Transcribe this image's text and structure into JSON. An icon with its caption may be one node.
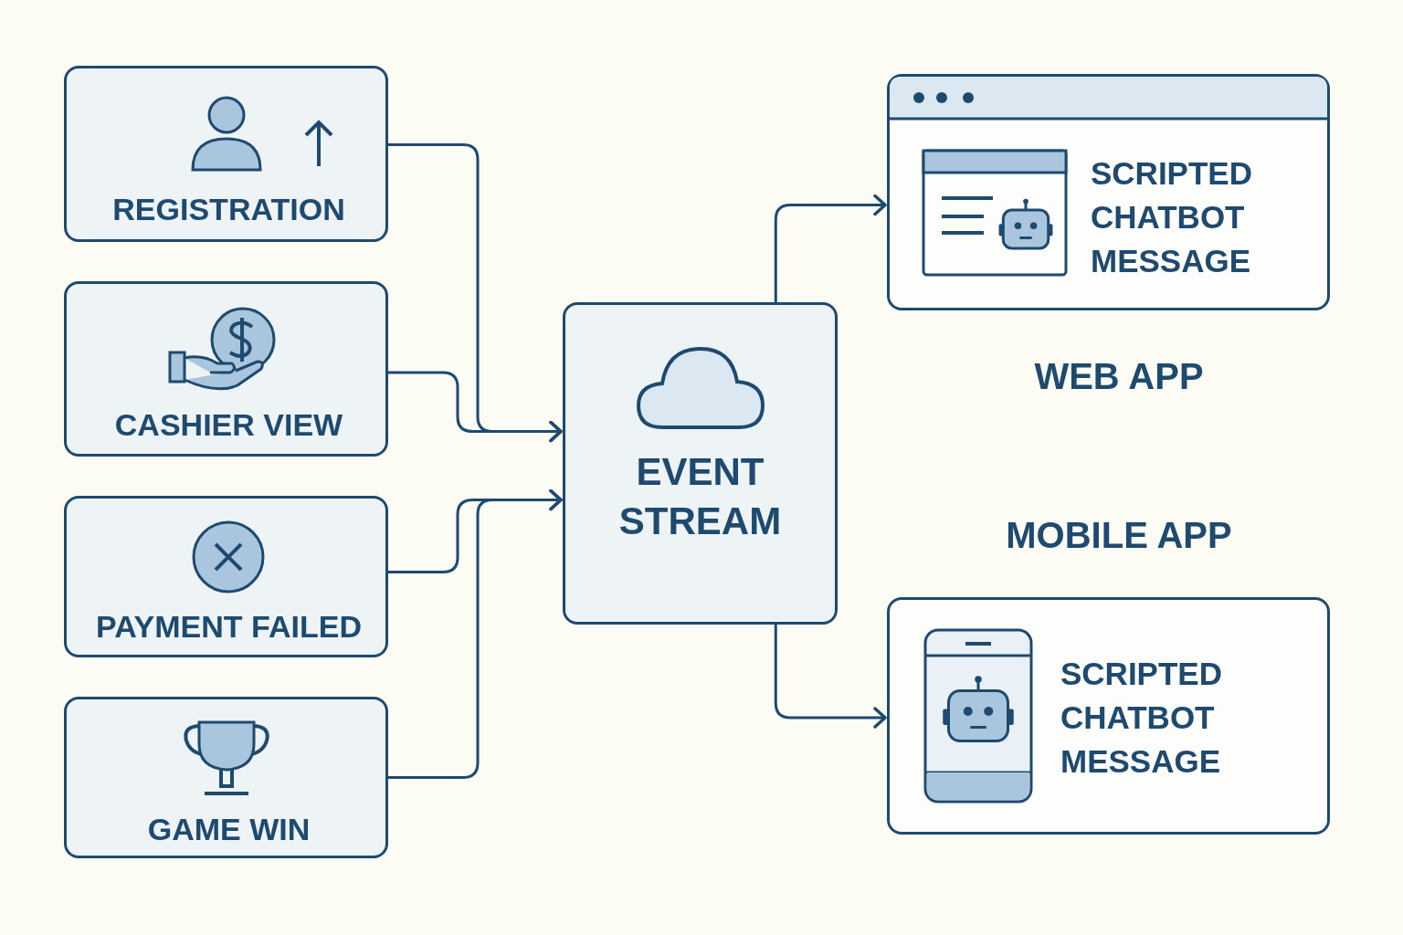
{
  "diagram": {
    "nodes": [
      {
        "text": [
          "REGISTRATION"
        ]
      },
      {
        "text": [
          "CASHIER VIEW"
        ]
      },
      {
        "text": [
          "PAYMENT FAILED"
        ]
      },
      {
        "text": [
          "GAME WIN"
        ]
      },
      {
        "text": [
          "EVENT STREAM"
        ]
      },
      {
        "text": [
          "SCRIPTED CHATBOT MESSAGE"
        ],
        "beside": [
          "WEB APP"
        ]
      },
      {
        "text": [
          "SCRIPTED CHATBOT MESSAGE"
        ],
        "beside": [
          "MOBILE APP"
        ]
      }
    ],
    "edges": [
      {
        "from": 0,
        "to": 4,
        "arrow": "to"
      },
      {
        "from": 1,
        "to": 4,
        "arrow": "to"
      },
      {
        "from": 2,
        "to": 4,
        "arrow": "to"
      },
      {
        "from": 3,
        "to": 4,
        "arrow": "to"
      },
      {
        "from": 4,
        "to": 5,
        "arrow": "to"
      },
      {
        "from": 4,
        "to": 6,
        "arrow": "to"
      }
    ]
  }
}
